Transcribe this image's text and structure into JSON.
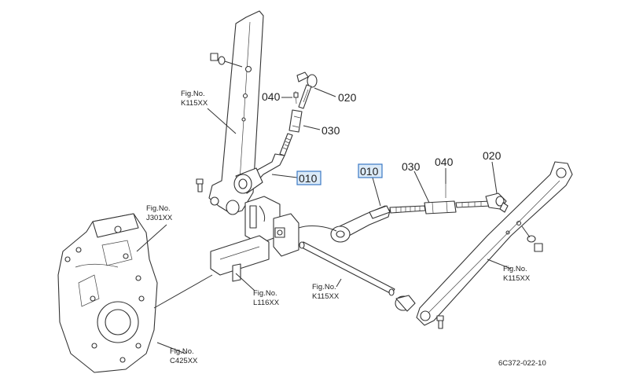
{
  "parts": {
    "p010_left": "010",
    "p010_right": "010",
    "p020_left": "020",
    "p020_right": "020",
    "p030_left": "030",
    "p030_right": "030",
    "p040_left": "040",
    "p040_right": "040"
  },
  "fig_refs": {
    "k115_upper_left": {
      "line1": "Fig.No.",
      "line2": "K115XX"
    },
    "j301": {
      "line1": "Fig.No.",
      "line2": "J301XX"
    },
    "l116": {
      "line1": "Fig.No.",
      "line2": "L116XX"
    },
    "k115_center": {
      "line1": "Fig.No.",
      "line2": "K115XX"
    },
    "k115_right": {
      "line1": "Fig.No.",
      "line2": "K115XX"
    },
    "c425": {
      "line1": "Fig.No.",
      "line2": "C425XX"
    }
  },
  "drawing_code": "6C372-022-10",
  "colors": {
    "highlight_fill": "#dbeaf8",
    "highlight_stroke": "#3b78c4",
    "line": "#333333"
  }
}
